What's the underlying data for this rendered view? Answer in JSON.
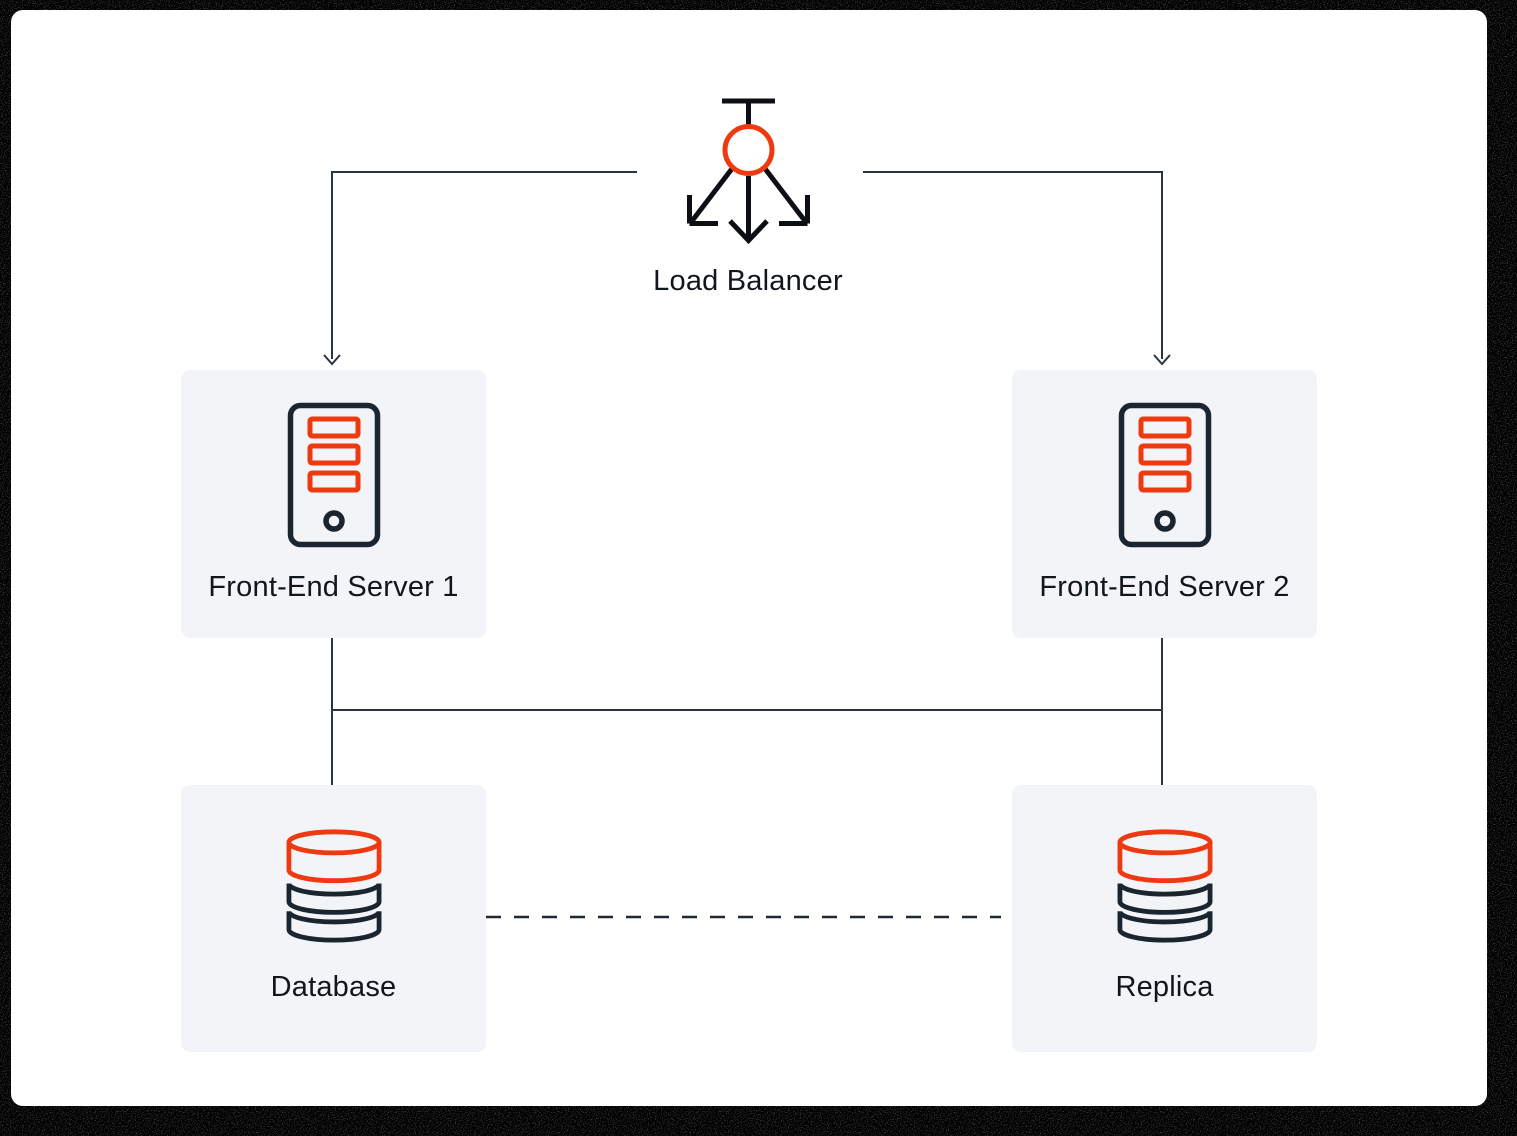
{
  "diagram": {
    "nodes": {
      "load_balancer": {
        "label": "Load Balancer",
        "icon": "load-balancer-icon"
      },
      "server1": {
        "label": "Front-End Server 1",
        "icon": "server-icon"
      },
      "server2": {
        "label": "Front-End Server 2",
        "icon": "server-icon"
      },
      "database": {
        "label": "Database",
        "icon": "database-icon"
      },
      "replica": {
        "label": "Replica",
        "icon": "database-icon"
      }
    },
    "edges": [
      {
        "from": "load-balancer",
        "to": "front-end-server-1",
        "style": "solid",
        "arrow": true
      },
      {
        "from": "load-balancer",
        "to": "front-end-server-2",
        "style": "solid",
        "arrow": true
      },
      {
        "from": "front-end-server-1",
        "to": "database",
        "style": "solid",
        "arrow": false
      },
      {
        "from": "front-end-server-2",
        "to": "replica",
        "style": "solid",
        "arrow": false
      },
      {
        "from": "front-end-server-1",
        "to": "front-end-server-2",
        "style": "solid",
        "arrow": false
      },
      {
        "from": "database",
        "to": "replica",
        "style": "dashed",
        "arrow": false
      }
    ],
    "colors": {
      "accent_red": "#ee3a10",
      "icon_dark": "#1b2530",
      "icon_black": "#0c0f13",
      "connector": "#2b3540",
      "card_background": "#f2f4f8",
      "canvas_background": "#ffffff",
      "frame": "#000000",
      "label_text": "#10161d"
    }
  }
}
